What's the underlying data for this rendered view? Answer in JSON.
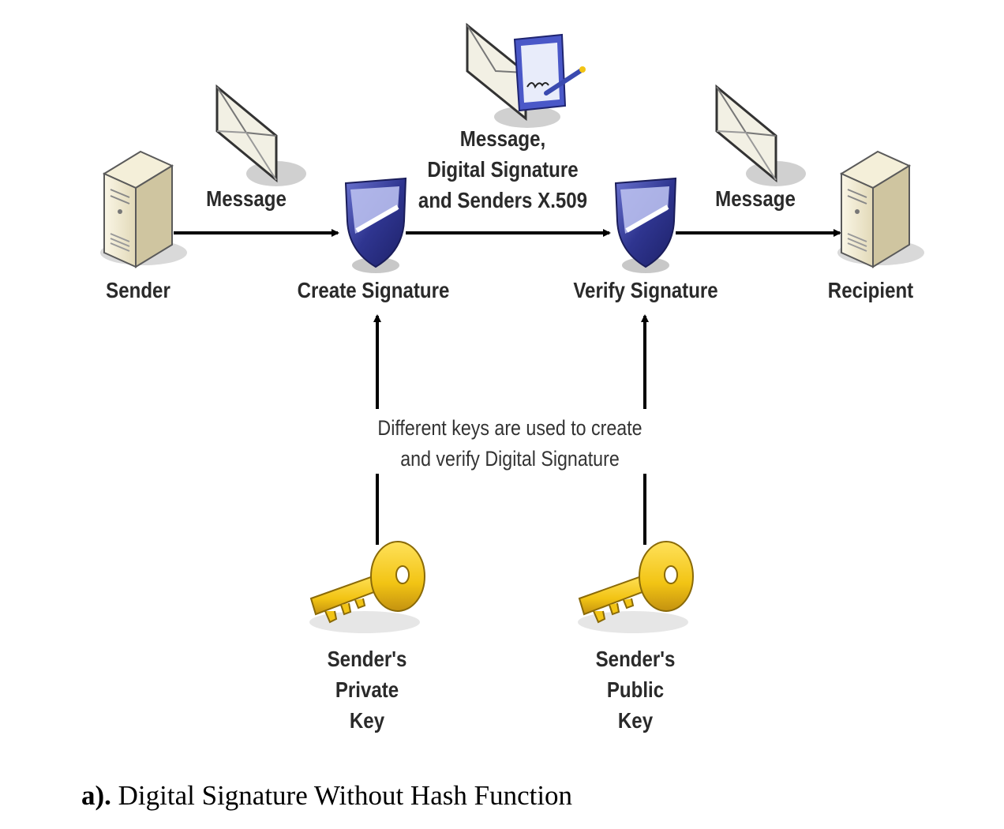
{
  "nodes": {
    "sender": "Sender",
    "create_signature": "Create Signature",
    "verify_signature": "Verify Signature",
    "recipient": "Recipient"
  },
  "edges": {
    "message_in": "Message",
    "signed_bundle": "Message,\nDigital Signature\nand Senders X.509",
    "message_out": "Message"
  },
  "keys": {
    "private_key": "Sender's\nPrivate\nKey",
    "public_key": "Sender's\nPublic\nKey"
  },
  "note": "Different keys are used to create\nand verify Digital Signature",
  "caption": {
    "prefix": "a).",
    "text": " Digital Signature Without Hash Function"
  },
  "colors": {
    "shield_blue": "#3a3f9a",
    "key_gold": "#f2c414",
    "server_beige": "#ece4c8",
    "arrow": "#000000"
  }
}
